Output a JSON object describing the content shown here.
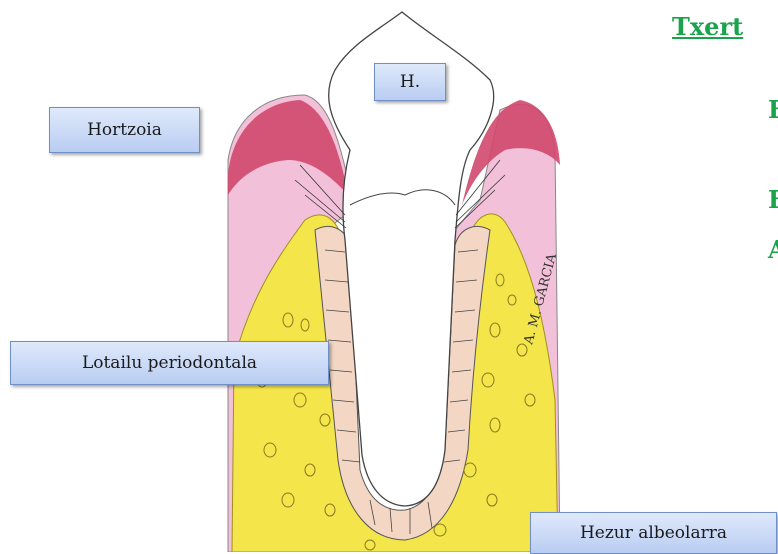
{
  "labels": {
    "crown": "H.",
    "gum": "Hortzoia",
    "ligament": "Lotailu periodontala",
    "bone": "Hezur albeolarra"
  },
  "signature": "A. M. GARCIA",
  "title": "Txert",
  "side_letters": [
    "E",
    "E",
    "A"
  ],
  "colors": {
    "title_green": "#19a34a",
    "label_fill": "#c7d8f7",
    "label_border": "#6f8fc6",
    "gum_red": "#d0486e",
    "gum_pink": "#f0b8d2",
    "bone_yellow": "#f4e64a",
    "ligament_peach": "#f3d7c4"
  }
}
